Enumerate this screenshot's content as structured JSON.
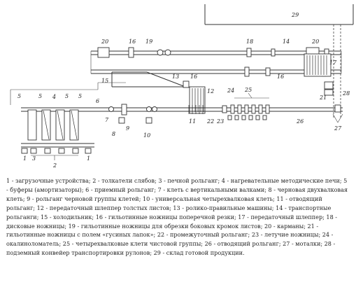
{
  "callouts": {
    "n1": "1",
    "n2": "2",
    "n3": "3",
    "n4": "4",
    "n5": "5",
    "n6": "6",
    "n7": "7",
    "n8": "8",
    "n9": "9",
    "n10": "10",
    "n11": "11",
    "n12": "12",
    "n13": "13",
    "n14": "14",
    "n15": "15",
    "n16": "16",
    "n17": "17",
    "n18": "18",
    "n19": "19",
    "n20": "20",
    "n21": "21",
    "n22": "22",
    "n23": "23",
    "n24": "24",
    "n25": "25",
    "n26": "26",
    "n27": "27",
    "n28": "28",
    "n29": "29"
  },
  "legend": "1 - загрузочные устройства; 2 - толкатели слябов; 3 - печной рольганг; 4 - нагревательные методические печи; 5 - буферы (амортизаторы); 6 - приемный рольганг; 7 - клеть с вертикальными валками; 8 - черновая двухвалковая клеть; 9 - рольганг черновой группы клетей; 10 - универсальная четырехвалковая клеть; 11 - отводящий рольганг; 12 - передаточный шлеппер толстых листов; 13 - ролико-правильные машины; 14 - транспортные рольганги; 15 - холодильник; 16 - гильотинные ножницы поперечной резки; 17 - передаточный шлеппер; 18 - дисковые ножницы; 19 - гильотинные ножницы для обрезки боковых кромок листов; 20 - карманы; 21 - гильотинные ножницы с полем «гусиных лапок»; 22 - промежуточный рольганг; 23 - летучие ножницы; 24 - окалиноломатель; 25 - четырехвалковые клети чистовой группы; 26 - отводящий рольганг; 27 - моталки; 28 - подземный конвейер транспортировки рулонов; 29 - склад готовой продукции."
}
